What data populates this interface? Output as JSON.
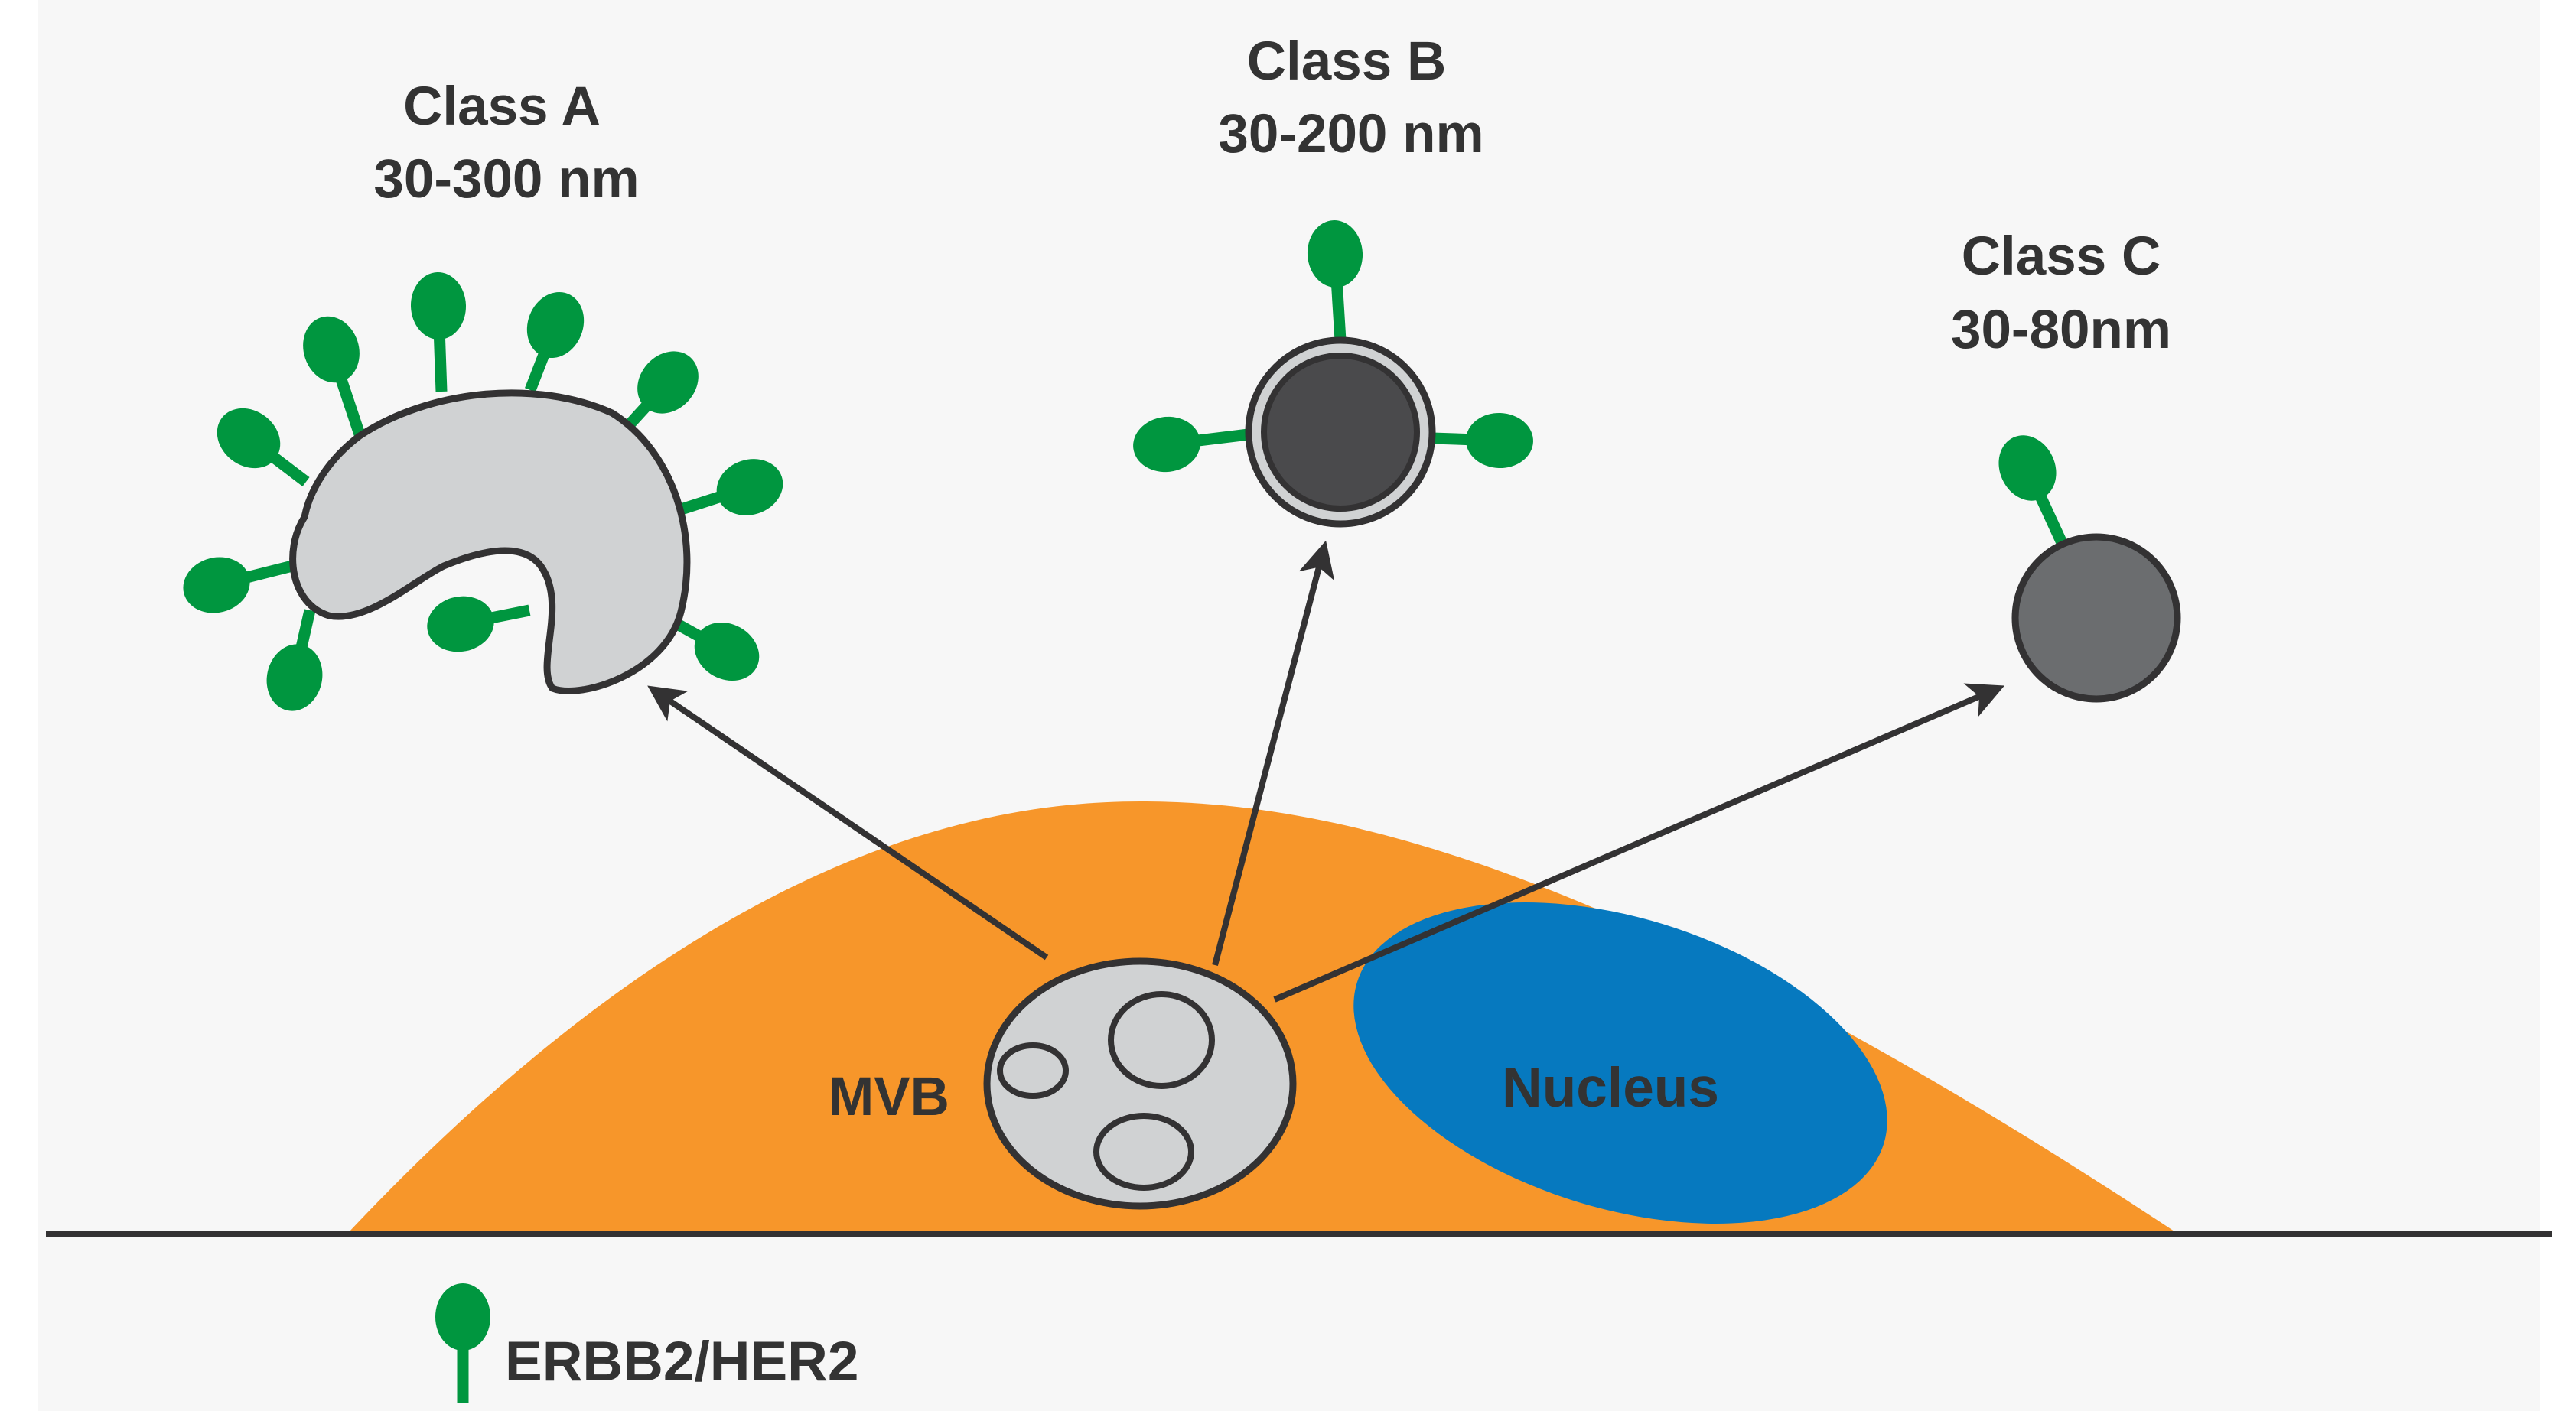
{
  "colors": {
    "background": "#f7f7f7",
    "cell": "#f7962a",
    "nucleus": "#0679bf",
    "receptor": "#00963f",
    "vesicle_light": "#d0d2d3",
    "vesicle_dark": "#4a4a4c",
    "vesicle_medium": "#6b6d6f",
    "outline": "#333233",
    "text": "#333333"
  },
  "labels": {
    "class_a_name": "Class A",
    "class_a_size": "30-300 nm",
    "class_b_name": "Class B",
    "class_b_size": "30-200 nm",
    "class_c_name": "Class C",
    "class_c_size": "30-80nm",
    "mvb": "MVB",
    "nucleus": "Nucleus",
    "legend": "ERBB2/HER2"
  },
  "icons": {
    "receptor": "receptor-icon",
    "arrow": "arrow-icon"
  }
}
